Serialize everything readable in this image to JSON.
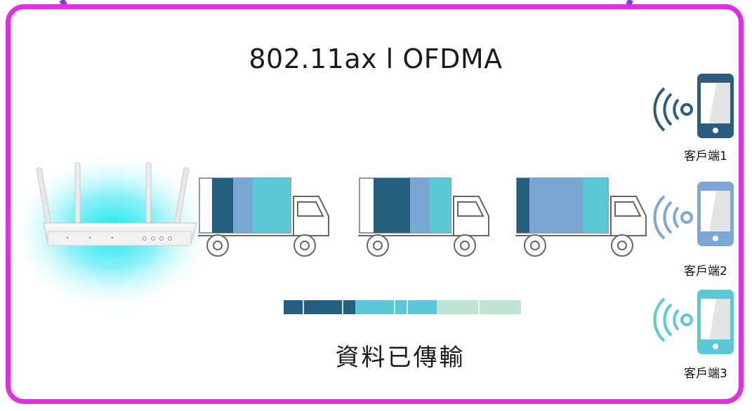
{
  "title": "802.11ax l OFDMA",
  "caption": "資料已傳輸",
  "colors": {
    "border": "#e32ee0",
    "dark_blue": "#265e7e",
    "mid_blue": "#7aa6d2",
    "cyan": "#5ac8d6",
    "mint": "#bfe4d4",
    "glow": "#00e5f0"
  },
  "clients": [
    {
      "label": "客戶端1",
      "color": "#2c5d80"
    },
    {
      "label": "客戶端2",
      "color": "#7ea6d6"
    },
    {
      "label": "客戶端3",
      "color": "#5ac8d6"
    }
  ],
  "icons": [
    "router-icon",
    "truck-icon",
    "smartphone-icon",
    "wifi-signal-icon"
  ]
}
